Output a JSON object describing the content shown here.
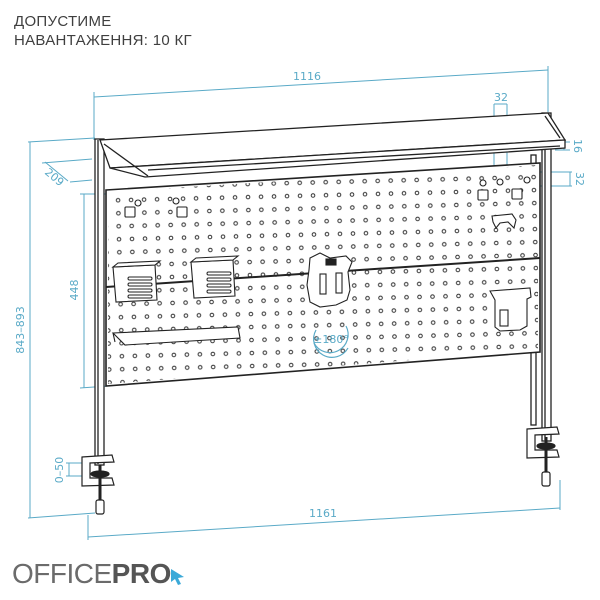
{
  "caption": {
    "line1": "ДОПУСТИМЕ",
    "line2": "НАВАНТАЖЕННЯ: 10 КГ"
  },
  "dimensions": {
    "shelf_width": "1116",
    "hole_pitch_horizontal": "32",
    "shelf_thickness": "16",
    "hole_pitch_vertical": "32",
    "shelf_depth": "209",
    "panel_height": "448",
    "total_height": "843–893",
    "clamp_range": "0–50",
    "total_width": "1161",
    "rotation": "±180°"
  },
  "logo": {
    "regular": "OFFICE",
    "bold": "PRO",
    "accent_color": "#3ba9d8"
  },
  "colors": {
    "dimension_line": "#5aaac7",
    "drawing_line": "#222222",
    "text": "#3f3f3f"
  }
}
